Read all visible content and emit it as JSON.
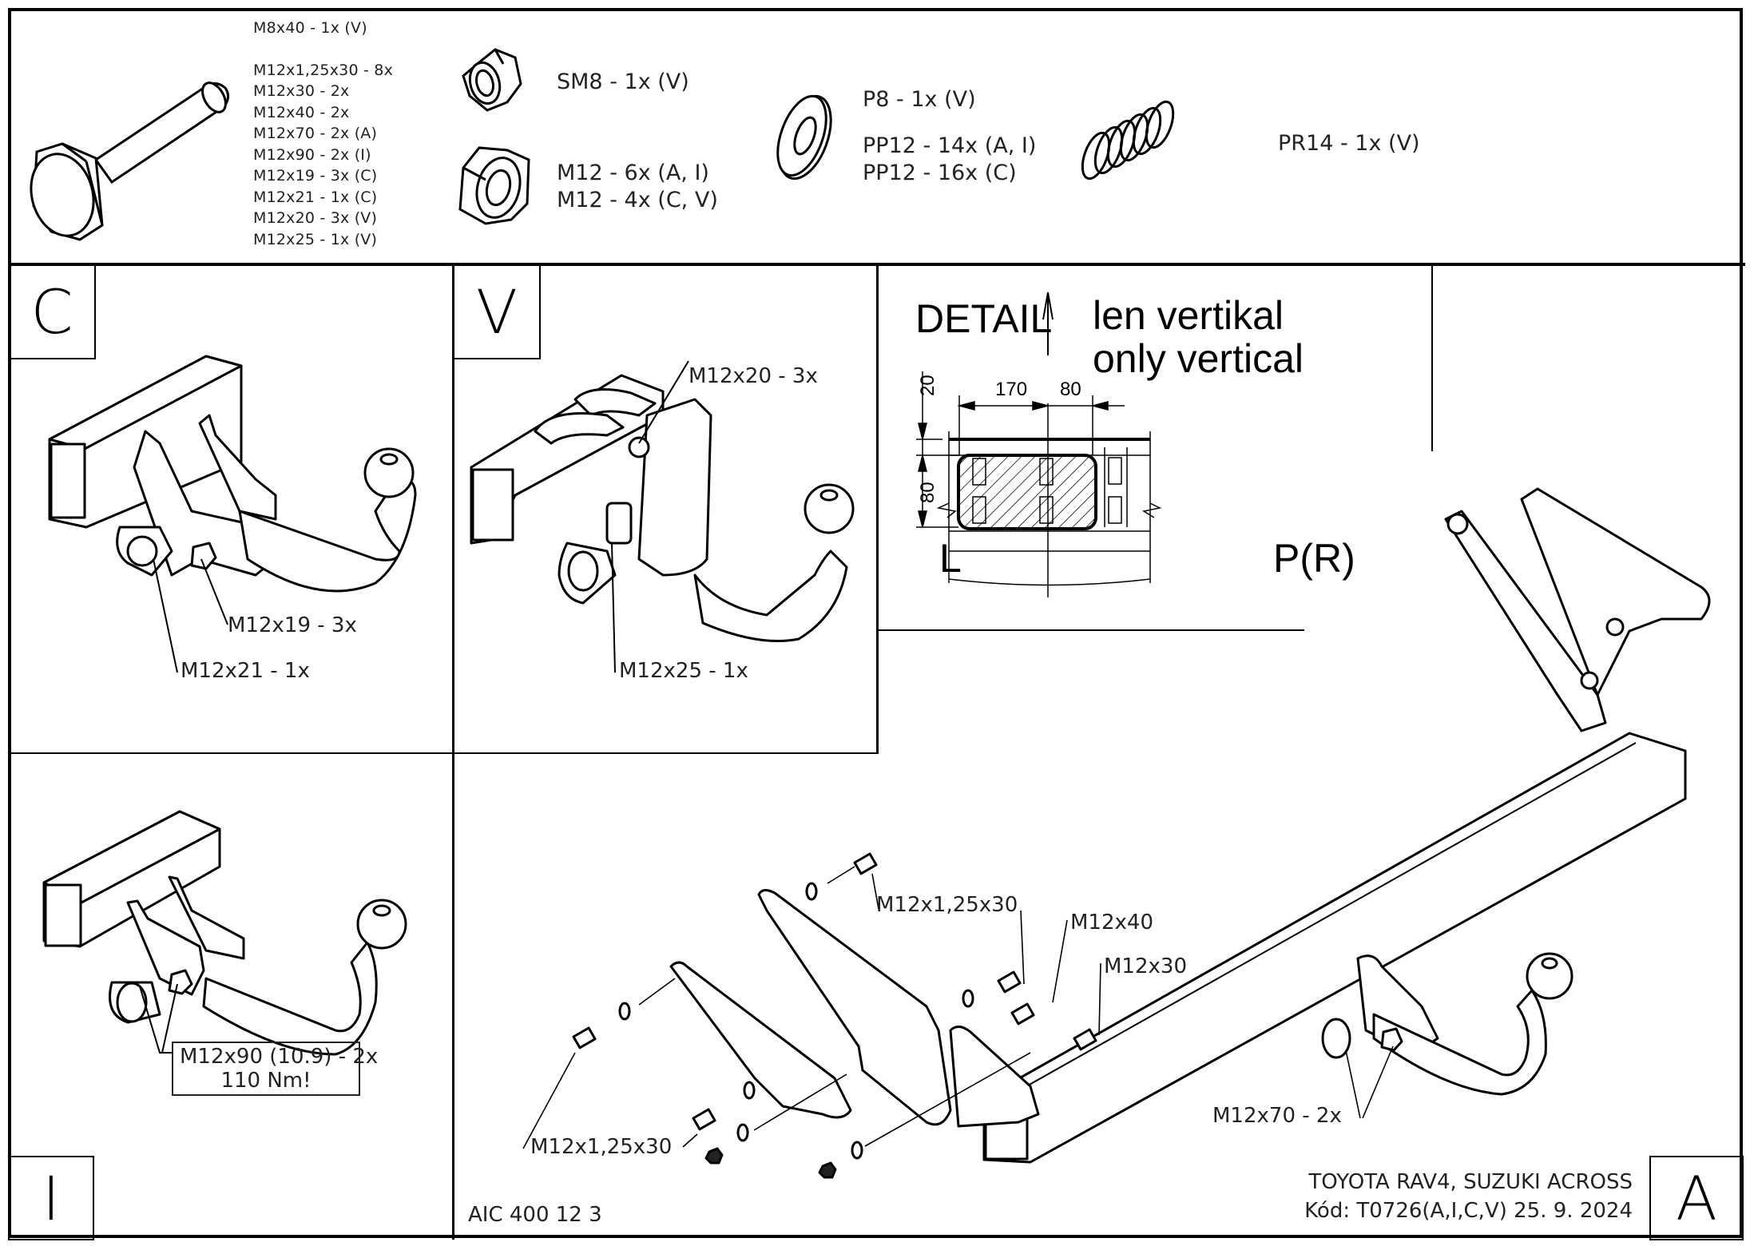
{
  "parts_list": {
    "bolts": {
      "icon": "hex-bolt-icon",
      "items": [
        "M8x40 - 1x (V)",
        "",
        "M12x1,25x30 - 8x",
        "M12x30 - 2x",
        "M12x40 - 2x",
        "M12x70 - 2x (A)",
        "M12x90 - 2x (I)",
        "M12x19 - 3x (C)",
        "M12x21 - 1x (C)",
        "M12x20 - 3x (V)",
        "M12x25 - 1x (V)"
      ]
    },
    "lock_nut": {
      "icon": "lock-nut-icon",
      "label": "SM8 - 1x (V)"
    },
    "hex_nut": {
      "icon": "hex-nut-icon",
      "lines": [
        "M12 - 6x (A, I)",
        "M12 - 4x (C, V)"
      ]
    },
    "washer": {
      "icon": "washer-icon",
      "lines": [
        "P8 - 1x (V)",
        "",
        "PP12 - 14x (A, I)",
        "PP12 - 16x (C)"
      ]
    },
    "spring": {
      "icon": "spring-icon",
      "label": "PR14 - 1x (V)"
    }
  },
  "panels": {
    "c": {
      "label": "C",
      "callouts": [
        "M12x19 - 3x",
        "M12x21 - 1x"
      ]
    },
    "v": {
      "label": "V",
      "callouts": [
        "M12x20 - 3x",
        "M12x25 - 1x"
      ]
    },
    "detail": {
      "title": "DETAIL",
      "orientation_line1": "len vertikal",
      "orientation_line2": "only vertical",
      "dims": {
        "top_offset": "20",
        "height": "80",
        "left_width": "170",
        "right_width": "80"
      },
      "left_label": "L",
      "right_label": "P(R)"
    },
    "i": {
      "label": "I",
      "callout_line1": "M12x90 (10.9) - 2x",
      "callout_line2": "110 Nm!"
    },
    "a": {
      "label": "A",
      "callouts": [
        "M12x1,25x30",
        "M12x40",
        "M12x30",
        "M12x1,25x30",
        "M12x70 - 2x"
      ]
    }
  },
  "footer": {
    "drawing_number": "AIC 400 12 3",
    "vehicle": "TOYOTA RAV4, SUZUKI ACROSS",
    "code_and_date": "Kód: T0726(A,I,C,V)  25. 9. 2024"
  }
}
